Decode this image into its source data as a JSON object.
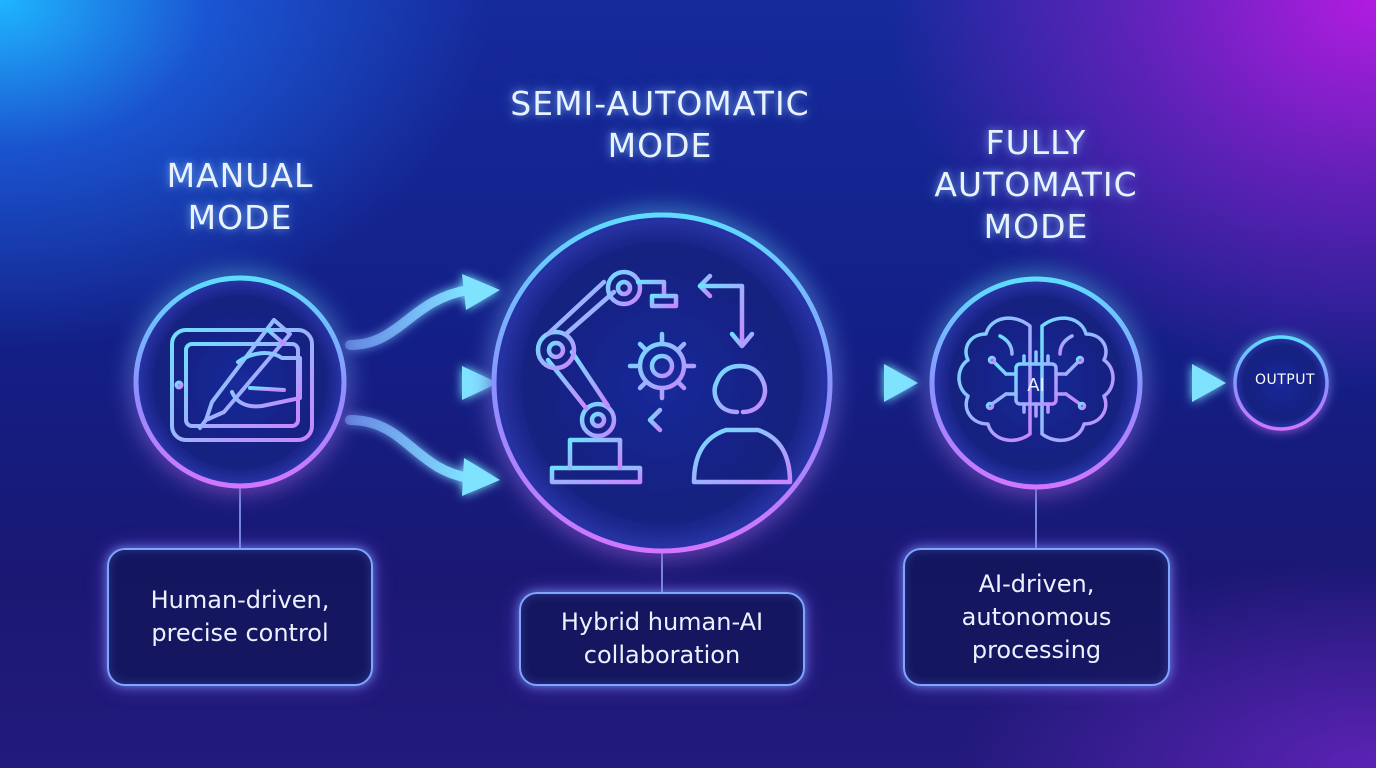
{
  "stages": [
    {
      "title": "MANUAL\nMODE",
      "description": "Human-driven,\nprecise control"
    },
    {
      "title": "SEMI-AUTOMATIC\nMODE",
      "description": "Hybrid human-AI\ncollaboration"
    },
    {
      "title": "FULLY\nAUTOMATIC\nMODE",
      "description": "AI-driven,\nautonomous\nprocessing"
    }
  ],
  "output": {
    "label": "OUTPUT"
  },
  "icons": {
    "manual": "hand-writing-tablet-icon",
    "semi": "robot-arm-gear-person-icon",
    "full": "ai-brain-icon"
  },
  "ai_chip_label": "AI",
  "colors": {
    "cyan": "#3fd3ff",
    "magenta": "#c06bff",
    "violet": "#8a7cff"
  }
}
